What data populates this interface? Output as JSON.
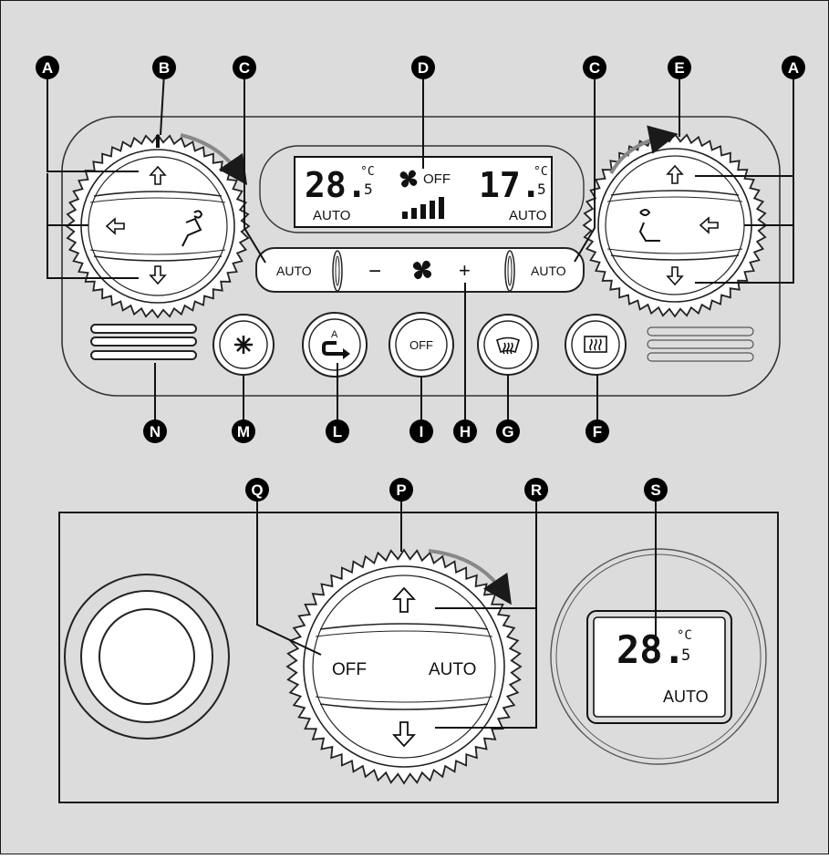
{
  "colors": {
    "background": "#dcdcdc",
    "panel_outline": "#1a1a1a",
    "callout_fill": "#000000",
    "callout_text": "#ffffff",
    "display_fill": "#ffffff",
    "arrow_gray": "#888888"
  },
  "callouts": {
    "A": "A",
    "B": "B",
    "C": "C",
    "D": "D",
    "E": "E",
    "F": "F",
    "G": "G",
    "H": "H",
    "I": "I",
    "L": "L",
    "M": "M",
    "N": "N",
    "P": "P",
    "Q": "Q",
    "R": "R",
    "S": "S"
  },
  "upper_panel": {
    "display": {
      "left_temp_int": "28.",
      "left_temp_dec": "5",
      "right_temp_int": "17.",
      "right_temp_dec": "5",
      "unit": "°C",
      "fan_status": "OFF",
      "left_mode": "AUTO",
      "right_mode": "AUTO",
      "fan_bar_level": 5,
      "fan_icon": "fan-icon"
    },
    "strip": {
      "left_auto": "AUTO",
      "minus": "−",
      "plus": "+",
      "right_auto": "AUTO"
    },
    "left_knob_icons": [
      "arrow-up-icon",
      "arrow-right-icon",
      "seat-icon",
      "arrow-down-icon"
    ],
    "right_knob_icons": [
      "arrow-up-icon",
      "seat-icon",
      "arrow-left-icon",
      "arrow-down-icon"
    ],
    "buttons": [
      {
        "name": "compressor-button",
        "icon": "snowflake-icon",
        "text": ""
      },
      {
        "name": "recirculation-button",
        "icon": "recirculation-icon",
        "text": "A"
      },
      {
        "name": "off-button",
        "icon": "",
        "text": "OFF"
      },
      {
        "name": "windscreen-defrost-button",
        "icon": "windscreen-defrost-icon",
        "text": ""
      },
      {
        "name": "rear-window-defrost-button",
        "icon": "rear-window-defrost-icon",
        "text": ""
      }
    ]
  },
  "lower_panel": {
    "knob": {
      "off_label": "OFF",
      "auto_label": "AUTO",
      "icons": [
        "arrow-up-icon",
        "arrow-down-icon"
      ]
    },
    "display": {
      "temp_int": "28.",
      "temp_dec": "5",
      "unit": "°C",
      "mode": "AUTO"
    }
  }
}
